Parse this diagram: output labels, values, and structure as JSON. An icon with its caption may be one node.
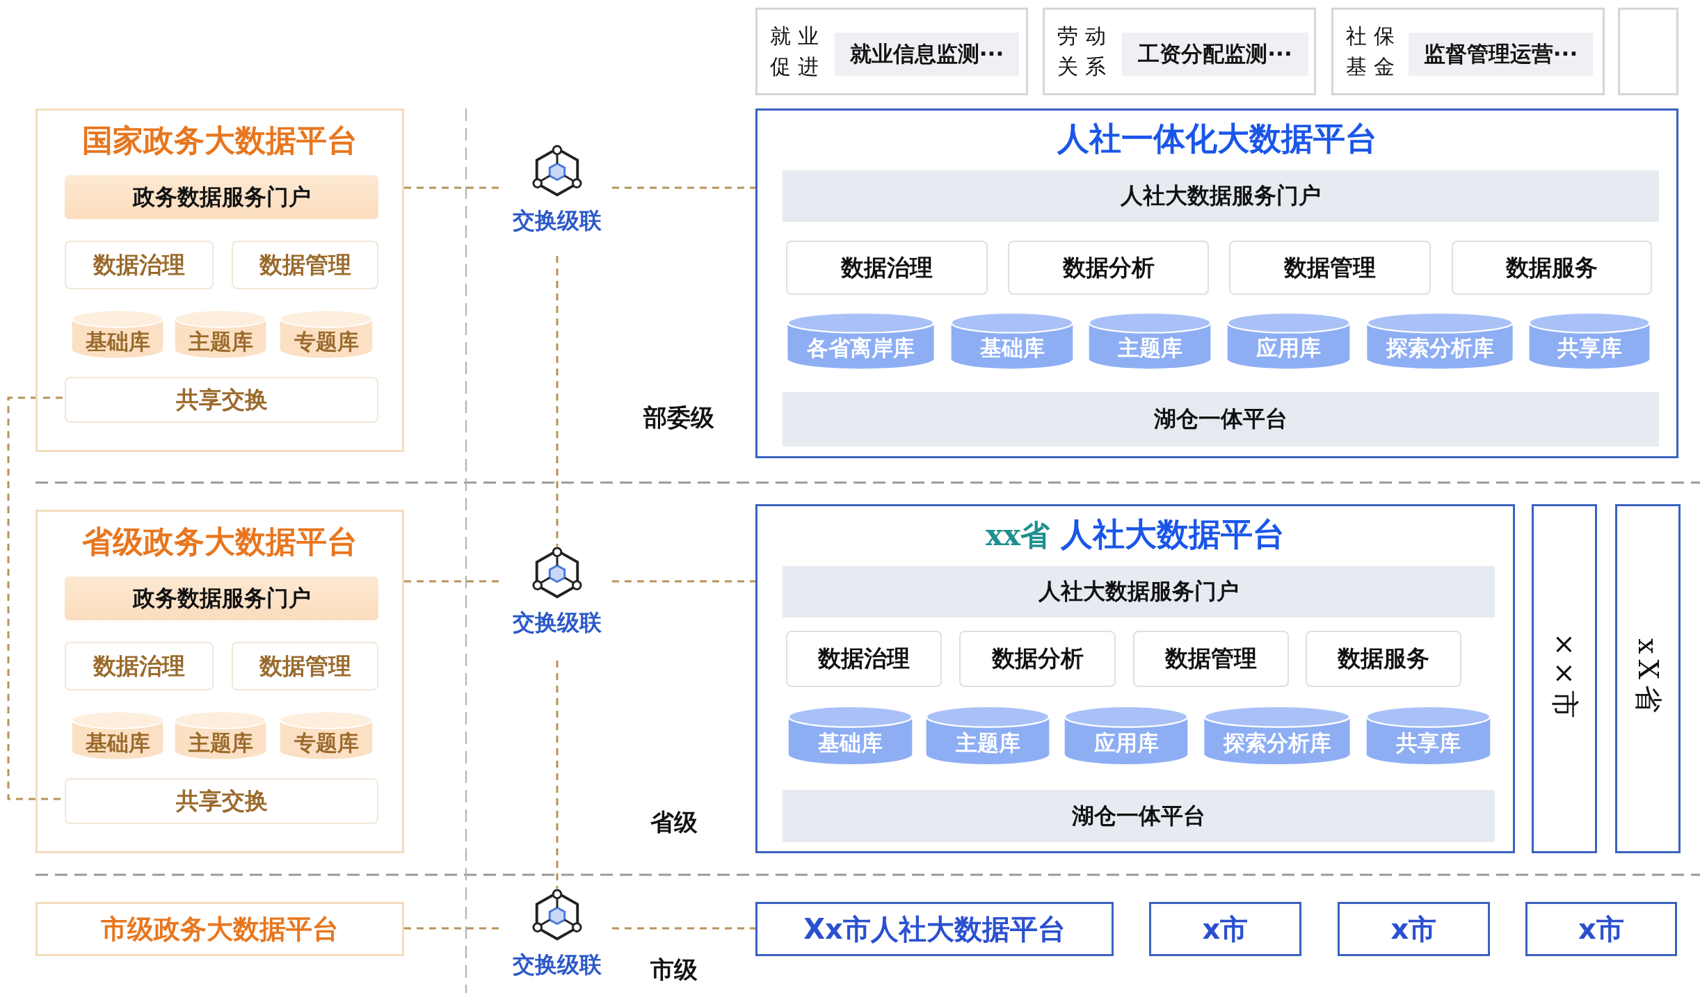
{
  "diagram": {
    "nodes": [
      {
        "text": [
          "国家政务大数据平台"
        ]
      },
      {
        "text": [
          "政务数据服务门户"
        ],
        "in": 0
      },
      {
        "text": [
          "数据治理"
        ],
        "in": 0
      },
      {
        "text": [
          "数据管理"
        ],
        "in": 0
      },
      {
        "text": [
          "基础库"
        ],
        "in": 0
      },
      {
        "text": [
          "主题库"
        ],
        "in": 0
      },
      {
        "text": [
          "专题库"
        ],
        "in": 0
      },
      {
        "text": [
          "共享交换"
        ],
        "in": 0
      },
      {
        "text": [
          "省级政务大数据平台"
        ]
      },
      {
        "text": [
          "政务数据服务门户"
        ],
        "in": 8
      },
      {
        "text": [
          "数据治理"
        ],
        "in": 8
      },
      {
        "text": [
          "数据管理"
        ],
        "in": 8
      },
      {
        "text": [
          "基础库"
        ],
        "in": 8
      },
      {
        "text": [
          "主题库"
        ],
        "in": 8
      },
      {
        "text": [
          "专题库"
        ],
        "in": 8
      },
      {
        "text": [
          "共享交换"
        ],
        "in": 8
      },
      {
        "text": [
          "市级政务大数据平台"
        ]
      },
      {
        "text": [
          "交换级联"
        ]
      },
      {
        "text": [
          "交换级联"
        ]
      },
      {
        "text": [
          "交换级联"
        ]
      },
      {
        "text": [
          "人社一体化大数据平台"
        ]
      },
      {
        "text": [
          "人社大数据服务门户"
        ],
        "in": 20
      },
      {
        "text": [
          "数据治理"
        ],
        "in": 20
      },
      {
        "text": [
          "数据分析"
        ],
        "in": 20
      },
      {
        "text": [
          "数据管理"
        ],
        "in": 20
      },
      {
        "text": [
          "数据服务"
        ],
        "in": 20
      },
      {
        "text": [
          "各省离岸库"
        ],
        "in": 20
      },
      {
        "text": [
          "基础库"
        ],
        "in": 20
      },
      {
        "text": [
          "主题库"
        ],
        "in": 20
      },
      {
        "text": [
          "应用库"
        ],
        "in": 20
      },
      {
        "text": [
          "探索分析库"
        ],
        "in": 20
      },
      {
        "text": [
          "共享库"
        ],
        "in": 20
      },
      {
        "text": [
          "湖仓一体平台"
        ],
        "in": 20
      },
      {
        "text": [
          "xx省",
          "人社大数据平台"
        ]
      },
      {
        "text": [
          "人社大数据服务门户"
        ],
        "in": 33
      },
      {
        "text": [
          "数据治理"
        ],
        "in": 33
      },
      {
        "text": [
          "数据分析"
        ],
        "in": 33
      },
      {
        "text": [
          "数据管理"
        ],
        "in": 33
      },
      {
        "text": [
          "数据服务"
        ],
        "in": 33
      },
      {
        "text": [
          "基础库"
        ],
        "in": 33
      },
      {
        "text": [
          "主题库"
        ],
        "in": 33
      },
      {
        "text": [
          "应用库"
        ],
        "in": 33
      },
      {
        "text": [
          "探索分析库"
        ],
        "in": 33
      },
      {
        "text": [
          "共享库"
        ],
        "in": 33
      },
      {
        "text": [
          "湖仓一体平台"
        ],
        "in": 33
      },
      {
        "text": [
          "××市"
        ]
      },
      {
        "text": [
          "xX省"
        ]
      },
      {
        "text": [
          "Xx市人社大数据平台"
        ]
      },
      {
        "text": [
          "x市"
        ]
      },
      {
        "text": [
          "x市"
        ]
      },
      {
        "text": [
          "x市"
        ]
      },
      {
        "text": [
          "就业促进"
        ]
      },
      {
        "text": [
          "就业信息监测···"
        ],
        "in": 51
      },
      {
        "text": [
          "劳动关系"
        ]
      },
      {
        "text": [
          "工资分配监测···"
        ],
        "in": 53
      },
      {
        "text": [
          "社保基金"
        ]
      },
      {
        "text": [
          "监督管理运营···"
        ],
        "in": 55
      },
      {
        "text": [],
        "shape": "box"
      }
    ],
    "edges": [
      {
        "from": 0,
        "to": 17,
        "arrow": "none",
        "style": "dashed"
      },
      {
        "from": 17,
        "to": 20,
        "arrow": "none",
        "style": "dashed"
      },
      {
        "from": 17,
        "to": 18,
        "arrow": "none",
        "style": "dashed"
      },
      {
        "from": 8,
        "to": 18,
        "arrow": "none",
        "style": "dashed"
      },
      {
        "from": 18,
        "to": 33,
        "arrow": "none",
        "style": "dashed"
      },
      {
        "from": 18,
        "to": 19,
        "arrow": "none",
        "style": "dashed"
      },
      {
        "from": 16,
        "to": 19,
        "arrow": "none",
        "style": "dashed"
      },
      {
        "from": 19,
        "to": 47,
        "arrow": "none",
        "style": "dashed"
      },
      {
        "from": 7,
        "to": 15,
        "arrow": "none",
        "style": "dashed"
      }
    ],
    "labels": [
      "部委级",
      "省级",
      "市级"
    ]
  }
}
